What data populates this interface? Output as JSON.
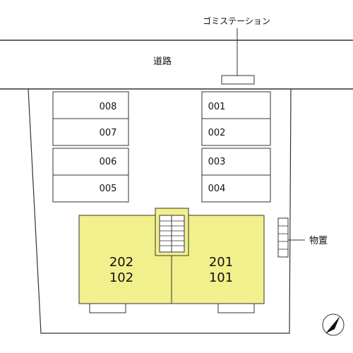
{
  "garbage_station": {
    "label": "ゴミステーション"
  },
  "road": {
    "label": "道路"
  },
  "storage": {
    "label": "物置"
  },
  "parking": {
    "left": [
      "008",
      "007",
      "006",
      "005"
    ],
    "right": [
      "001",
      "002",
      "003",
      "004"
    ]
  },
  "building": {
    "west_upper": "202",
    "west_lower": "102",
    "east_upper": "201",
    "east_lower": "101"
  },
  "colors": {
    "building_fill": "#f2f08c",
    "line": "#333333",
    "space_fill": "#ffffff"
  },
  "compass": {
    "icon": "north-arrow-icon"
  }
}
